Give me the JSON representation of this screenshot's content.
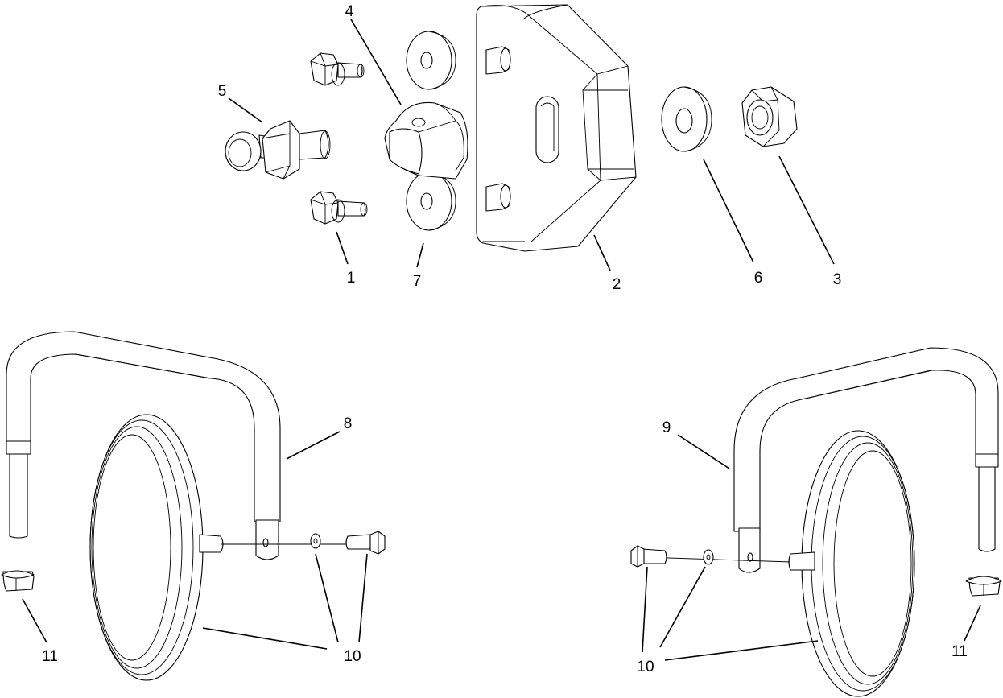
{
  "callouts": {
    "c1": "1",
    "c2": "2",
    "c3": "3",
    "c4": "4",
    "c5": "5",
    "c6": "6",
    "c7": "7",
    "c8": "8",
    "c9": "9",
    "c10_left": "10",
    "c10_right": "10",
    "c11_left": "11",
    "c11_right": "11"
  },
  "colors": {
    "line": "#000000",
    "background": "#ffffff"
  }
}
